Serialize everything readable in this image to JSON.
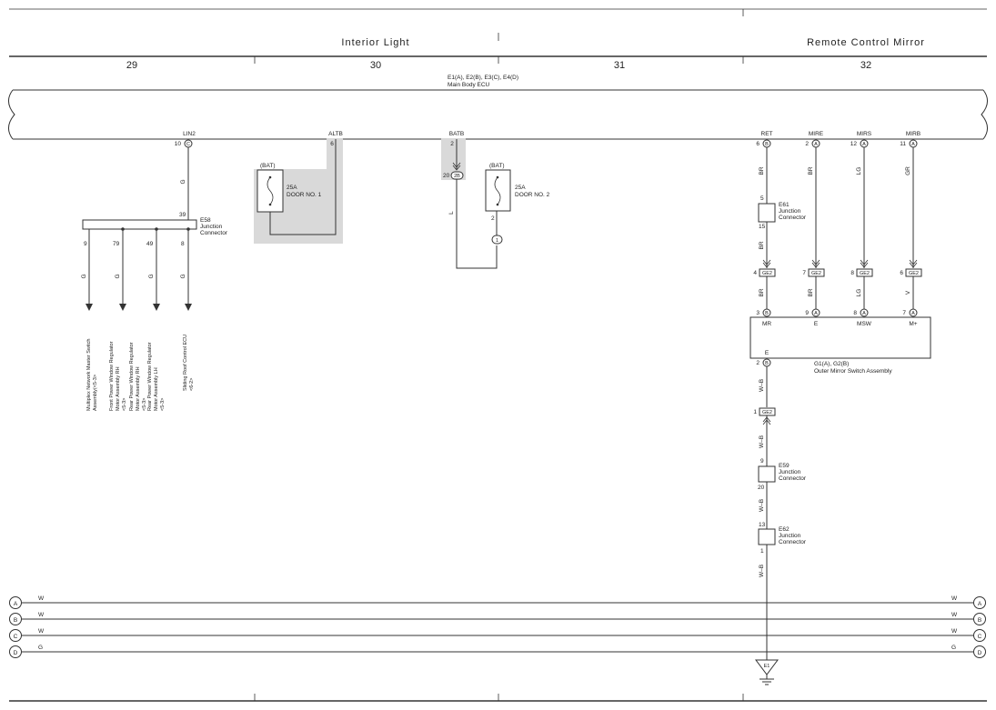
{
  "headers": {
    "interior_light": "Interior Light",
    "remote_mirror": "Remote Control Mirror",
    "columns": [
      "29",
      "30",
      "31",
      "32"
    ]
  },
  "ecu": {
    "ids": "E1(A), E2(B), E3(C), E4(D)",
    "name": "Main Body ECU"
  },
  "pins": {
    "lin2": {
      "name": "LIN2",
      "num": "10",
      "conn": "C"
    },
    "altb": {
      "name": "ALTB",
      "num": "6"
    },
    "batb": {
      "name": "BATB",
      "num": "2"
    },
    "ret": {
      "name": "RET",
      "num": "6",
      "conn": "B"
    },
    "mire": {
      "name": "MIRE",
      "num": "2",
      "conn": "A"
    },
    "mirs": {
      "name": "MIRS",
      "num": "12",
      "conn": "A"
    },
    "mirb": {
      "name": "MIRB",
      "num": "11",
      "conn": "A"
    }
  },
  "fuse1": {
    "bat": "(BAT)",
    "rating": "25A",
    "name": "DOOR NO. 1"
  },
  "fuse2": {
    "bat": "(BAT)",
    "rating": "25A",
    "name": "DOOR NO. 2",
    "pin": "2"
  },
  "batb_junction": {
    "num": "20",
    "conn": "2B"
  },
  "splice": "1",
  "wire_colors": {
    "lin2": "G",
    "batb": "L",
    "ret": "BR",
    "mire": "BR",
    "mirs": "LG",
    "mirb": "GR",
    "ret_low": "BR",
    "ge2_ret": "BR",
    "ge2_mire": "BR",
    "ge2_mirs": "LG",
    "ge2_mirb": "V",
    "wb1": "W–B",
    "wb2": "W–B",
    "wb3": "W–B",
    "wb4": "W–B",
    "drop1": "G",
    "drop2": "G",
    "drop3": "G",
    "drop4": "G"
  },
  "e58": {
    "id": "E58",
    "l1": "Junction",
    "l2": "Connector",
    "top_pin": "39",
    "pins": [
      "9",
      "79",
      "49",
      "8"
    ]
  },
  "destinations": [
    [
      "Multiplex Network Master Switch",
      "Assembly(<5-3>"
    ],
    [
      "Front Power Window Regulator",
      "Motor Assembly RH",
      "<5-3>"
    ],
    [
      "Rear Power Window Regulator",
      "Motor Assembly RH",
      "<5-3>"
    ],
    [
      "Rear Power Window Regulator",
      "Motor Assembly LH",
      "<5-3>"
    ],
    [
      "Sliding Roof Control ECU",
      "<6-2>"
    ]
  ],
  "e61": {
    "id": "E61",
    "l1": "Junction",
    "l2": "Connector",
    "top": "5",
    "bottom": "15"
  },
  "ge2": {
    "label": "GE2",
    "pins": [
      "4",
      "7",
      "8",
      "6"
    ],
    "bottom_pin": "1"
  },
  "switch": {
    "pins_top": [
      {
        "num": "3",
        "conn": "B",
        "name": "MR"
      },
      {
        "num": "9",
        "conn": "A",
        "name": "E"
      },
      {
        "num": "8",
        "conn": "A",
        "name": "MSW"
      },
      {
        "num": "7",
        "conn": "A",
        "name": "M+"
      }
    ],
    "inner_e": "E",
    "bottom_pin": {
      "num": "2",
      "conn": "B"
    },
    "ids": "G1(A), G2(B)",
    "name": "Outer Mirror Switch Assembly"
  },
  "e59": {
    "id": "E59",
    "l1": "Junction",
    "l2": "Connector",
    "top": "9",
    "bottom": "20"
  },
  "e62": {
    "id": "E62",
    "l1": "Junction",
    "l2": "Connector",
    "top": "13",
    "bottom": "1"
  },
  "ground": "E1",
  "buses": [
    {
      "letter": "A",
      "left": "W",
      "right": "W"
    },
    {
      "letter": "B",
      "left": "W",
      "right": "W"
    },
    {
      "letter": "C",
      "left": "W",
      "right": "W"
    },
    {
      "letter": "D",
      "left": "G",
      "right": "G"
    }
  ]
}
